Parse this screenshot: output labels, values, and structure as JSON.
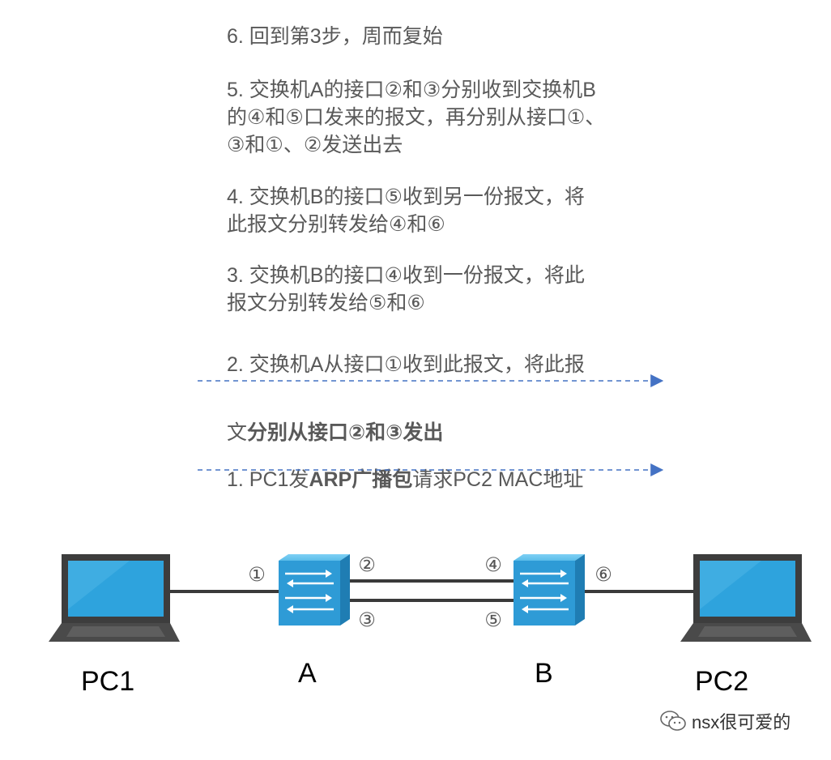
{
  "steps": {
    "s6": "6. 回到第3步，周而复始",
    "s5": "5. 交换机A的接口②和③分别收到交换机B\n的④和⑤口发来的报文，再分别从接口①、\n③和①、②发送出去",
    "s4": "4. 交换机B的接口⑤收到另一份报文，将\n此报文分别转发给④和⑥",
    "s3": "3. 交换机B的接口④收到一份报文，将此\n报文分别转发给⑤和⑥",
    "s2_line1": "2. 交换机A从接口①收到此报文，将此报",
    "s2_line2_prefix": "文",
    "s2_line2_bold": "分别从接口②和③发出",
    "s1_prefix": "1. PC1发",
    "s1_bold": "ARP广播包",
    "s1_suffix": "请求PC2 MAC地址"
  },
  "devices": {
    "pc1": "PC1",
    "pc2": "PC2",
    "switch_a": "A",
    "switch_b": "B"
  },
  "ports": {
    "p1": "①",
    "p2": "②",
    "p3": "③",
    "p4": "④",
    "p5": "⑤",
    "p6": "⑥"
  },
  "watermark": "nsx很可爱的",
  "colors": {
    "arrow": "#4472c4",
    "switch": "#2e9bd6",
    "laptop_screen": "#2ea3dd",
    "laptop_body": "#3d3d3d",
    "link": "#3a3a3a"
  }
}
